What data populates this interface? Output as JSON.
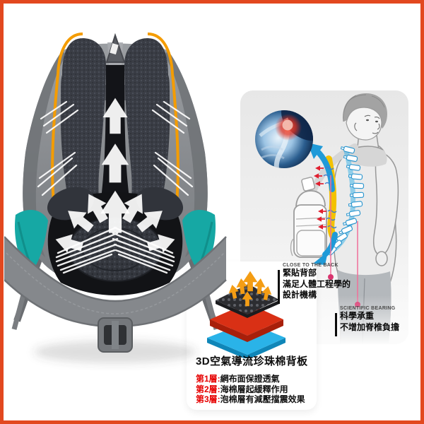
{
  "page": {
    "border_color": "#e2481f"
  },
  "backpack": {
    "description": "backpack-back-view-with-air-flow-arrows"
  },
  "person_card": {
    "annotations": [
      {
        "tag": "CLOSE TO THE BACK",
        "lines": [
          "緊貼背部",
          "滿足人體工程學的",
          "設計機構"
        ]
      },
      {
        "tag": "SCIENTIFIC BEARING",
        "lines": [
          "科學承重",
          "不增加脊椎負擔"
        ]
      }
    ]
  },
  "cushion": {
    "title": "3D空氣導流珍珠棉背板",
    "rows": [
      {
        "prefix": "第1層:",
        "text": "網布面保證透氣"
      },
      {
        "prefix": "第2層:",
        "text": "海棉層起緩釋作用"
      },
      {
        "prefix": "第3層:",
        "text": "泡棉層有減壓擋震效果"
      }
    ]
  }
}
